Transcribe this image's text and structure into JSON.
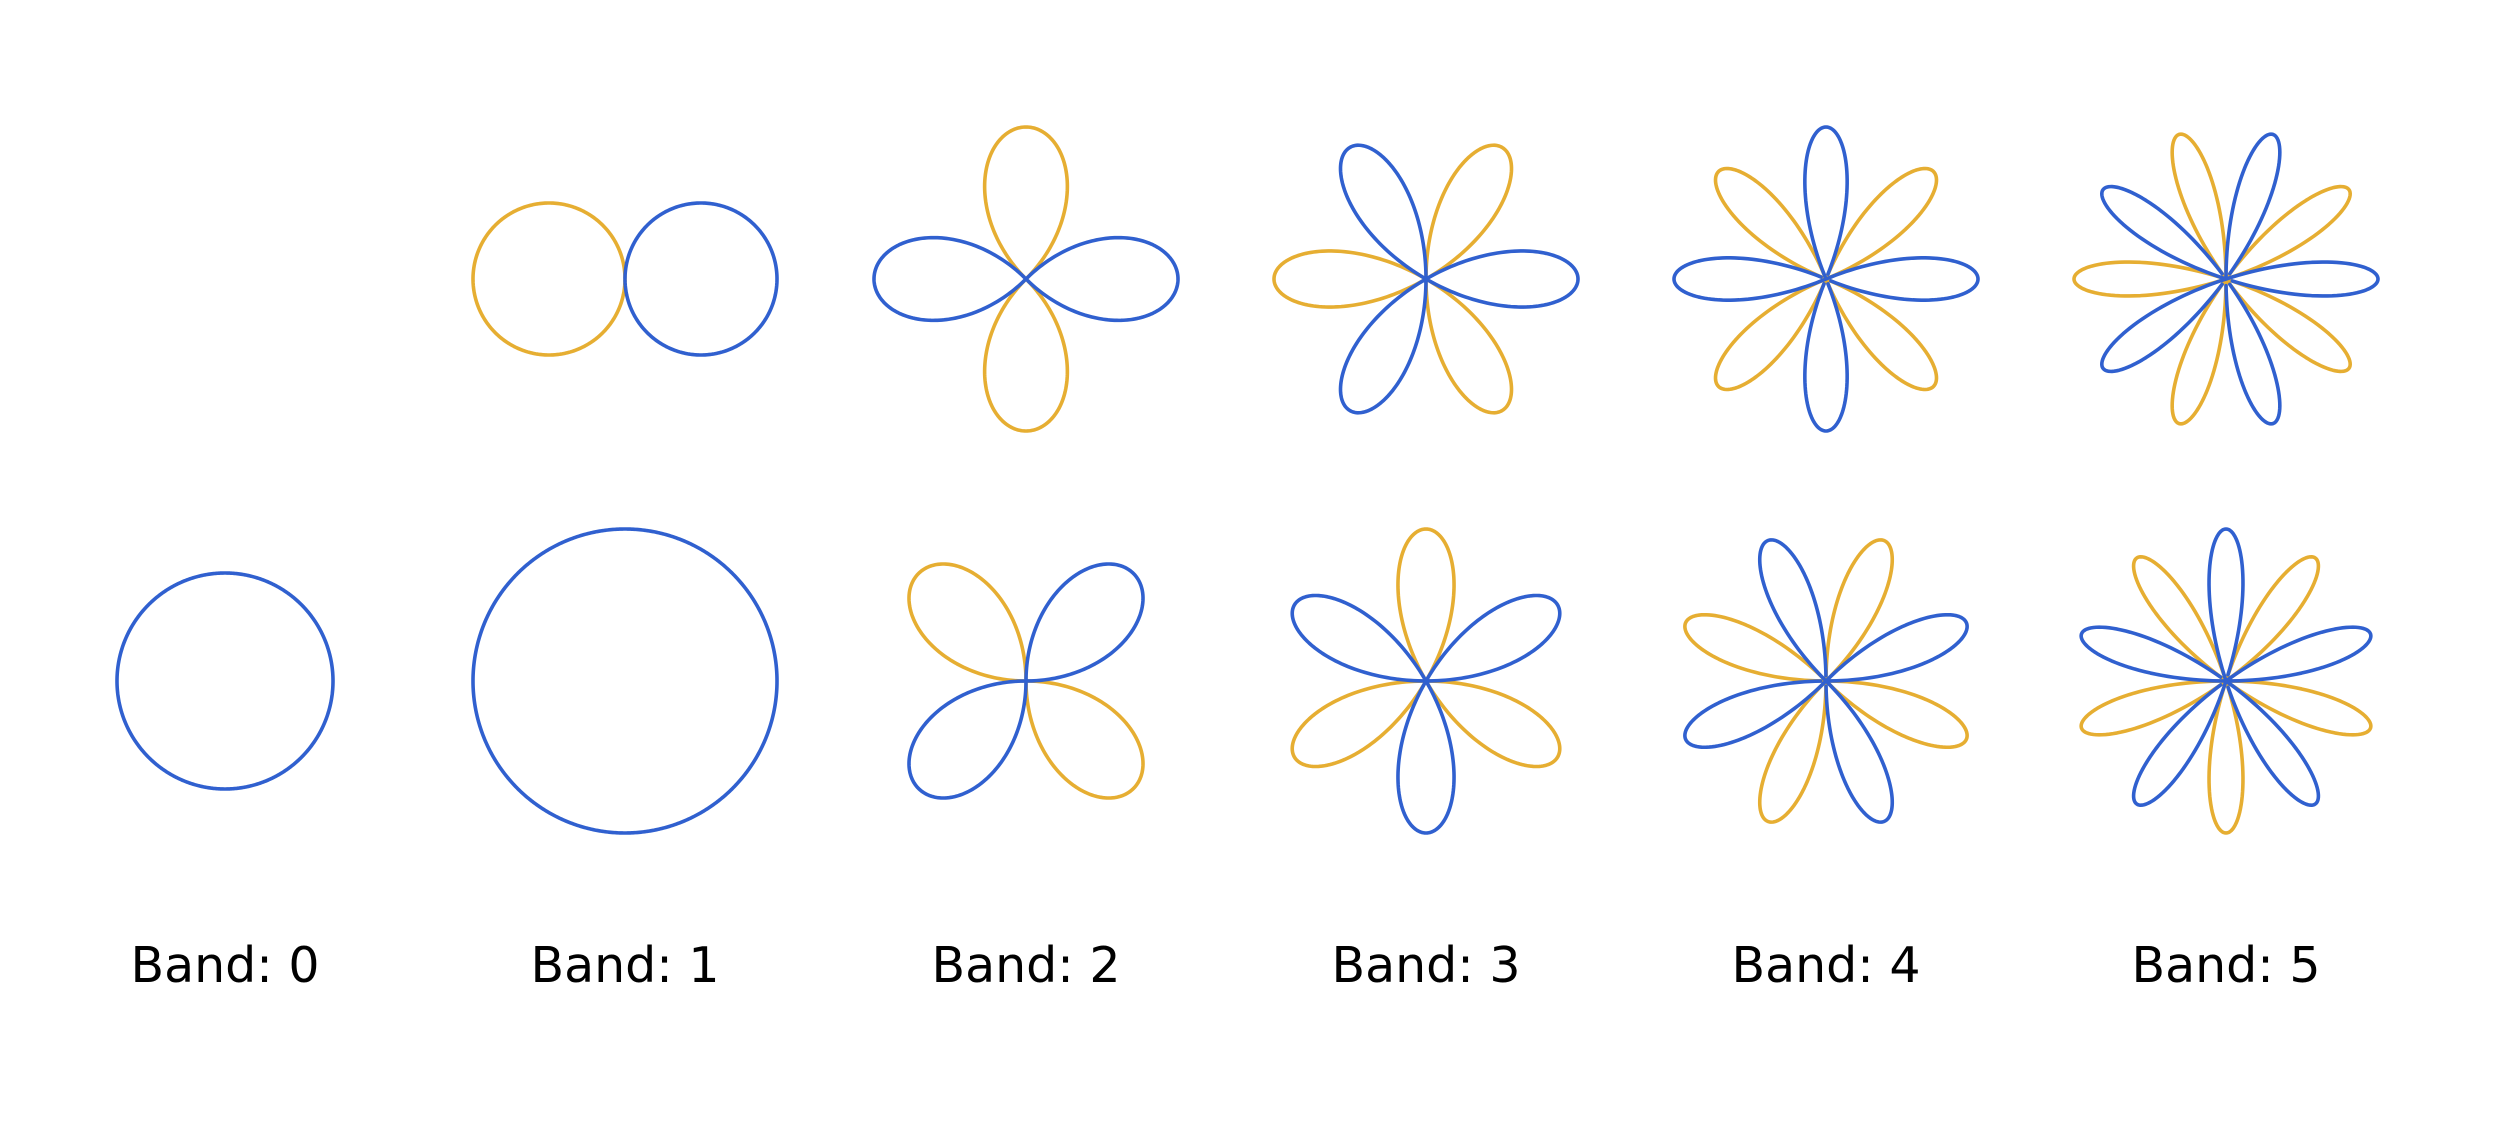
{
  "colors": {
    "positive": "#3060CF",
    "negative": "#E6AE32",
    "label": "#000000",
    "background": "#FFFFFF"
  },
  "bands": [
    {
      "label": "Band: 0",
      "l": 0,
      "functions": [
        {
          "m": 0,
          "kind": "constant"
        }
      ]
    },
    {
      "label": "Band: 1",
      "l": 1,
      "functions": [
        {
          "m": 1,
          "kind": "cos"
        },
        {
          "m": 0,
          "kind": "cos"
        }
      ]
    },
    {
      "label": "Band: 2",
      "l": 2,
      "functions": [
        {
          "m": 2,
          "kind": "cos"
        },
        {
          "m": 2,
          "kind": "sin"
        }
      ]
    },
    {
      "label": "Band: 3",
      "l": 3,
      "functions": [
        {
          "m": 3,
          "kind": "cos"
        },
        {
          "m": 3,
          "kind": "sin"
        }
      ]
    },
    {
      "label": "Band: 4",
      "l": 4,
      "functions": [
        {
          "m": 4,
          "kind": "cos"
        },
        {
          "m": 4,
          "kind": "sin"
        }
      ]
    },
    {
      "label": "Band: 5",
      "l": 5,
      "functions": [
        {
          "m": 5,
          "kind": "cos"
        },
        {
          "m": 5,
          "kind": "sin"
        }
      ]
    }
  ]
}
